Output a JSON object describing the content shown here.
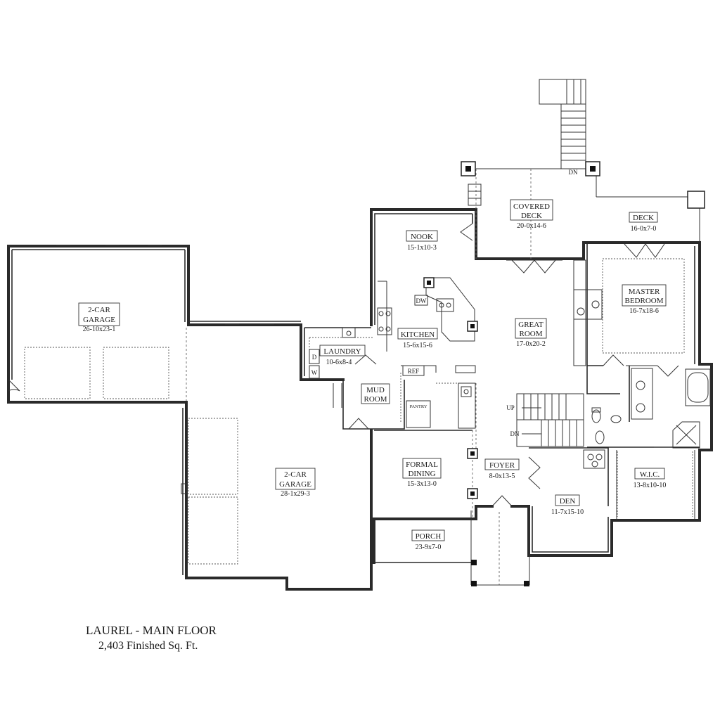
{
  "title": {
    "name": "LAUREL - MAIN FLOOR",
    "area": "2,403 Finished Sq. Ft."
  },
  "rooms": {
    "garage_upper": {
      "name_1": "2-CAR",
      "name_2": "GARAGE",
      "dim": "26-10x23-1"
    },
    "garage_lower": {
      "name_1": "2-CAR",
      "name_2": "GARAGE",
      "dim": "28-1x29-3"
    },
    "nook": {
      "name": "NOOK",
      "dim": "15-1x10-3"
    },
    "covered_deck": {
      "name_1": "COVERED",
      "name_2": "DECK",
      "dim": "20-0x14-6"
    },
    "deck": {
      "name": "DECK",
      "dim": "16-0x7-0"
    },
    "master_bedroom": {
      "name_1": "MASTER",
      "name_2": "BEDROOM",
      "dim": "16-7x18-6"
    },
    "kitchen": {
      "name": "KITCHEN",
      "dim": "15-6x15-6"
    },
    "great_room": {
      "name_1": "GREAT",
      "name_2": "ROOM",
      "dim": "17-0x20-2"
    },
    "laundry": {
      "name": "LAUNDRY",
      "dim": "10-6x8-4"
    },
    "mud_room": {
      "name_1": "MUD",
      "name_2": "ROOM"
    },
    "formal_dining": {
      "name_1": "FORMAL",
      "name_2": "DINING",
      "dim": "15-3x13-0"
    },
    "foyer": {
      "name": "FOYER",
      "dim": "8-0x13-5"
    },
    "den": {
      "name": "DEN",
      "dim": "11-7x15-10"
    },
    "wic": {
      "name": "W.I.C.",
      "dim": "13-8x10-10"
    },
    "porch": {
      "name": "PORCH",
      "dim": "23-9x7-0"
    }
  },
  "fixtures": {
    "dw": "DW",
    "ref": "REF",
    "pantry": "PANTRY",
    "dryer": "D",
    "washer": "W"
  },
  "stairs": {
    "deck_dn": "DN",
    "up": "UP",
    "dn": "DN"
  }
}
